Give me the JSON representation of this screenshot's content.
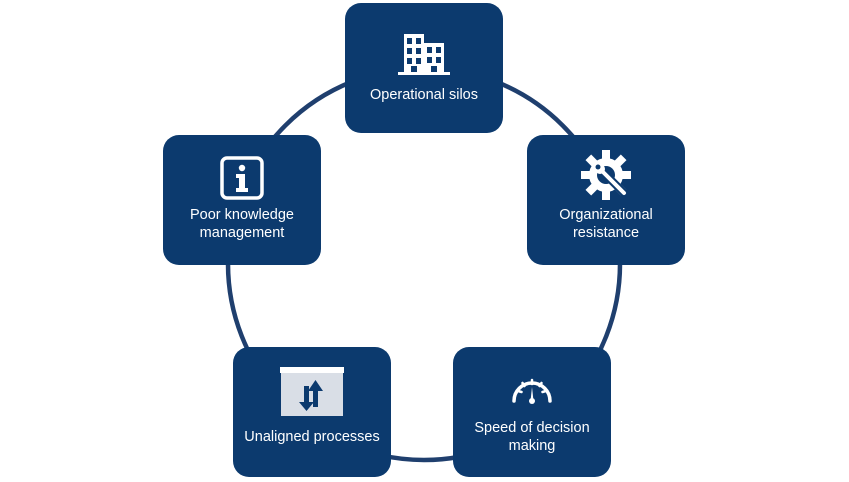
{
  "nodes": [
    {
      "id": "silos",
      "label": "Operational silos",
      "icon": "buildings-icon"
    },
    {
      "id": "resistance",
      "label": "Organizational\nresistance",
      "icon": "gear-wrench-icon"
    },
    {
      "id": "speed",
      "label": "Speed of decision\nmaking",
      "icon": "speedometer-icon"
    },
    {
      "id": "unaligned",
      "label": "Unaligned processes",
      "icon": "swap-arrows-icon"
    },
    {
      "id": "knowledge",
      "label": "Poor knowledge\nmanagement",
      "icon": "info-icon"
    }
  ],
  "colors": {
    "box": "#0c3a6e",
    "ring": "#1f3f6e",
    "icon_light": "#d9dee6"
  }
}
